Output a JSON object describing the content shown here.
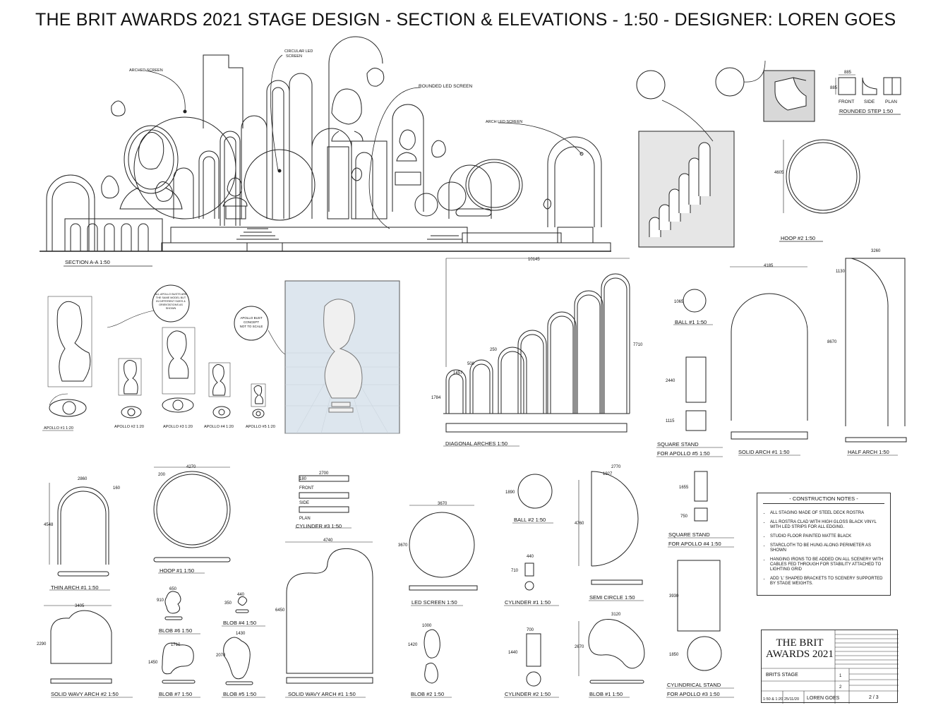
{
  "title": "THE BRIT AWARDS 2021 STAGE DESIGN - SECTION & ELEVATIONS - 1:50 - DESIGNER: LOREN GOES",
  "callouts": {
    "arched_screen": "ARCHED SCREEN",
    "circular_led": "CIRCULAR LED",
    "circular_led_2": "SCREEN",
    "rounded_led": "ROUNDED LED SCREEN",
    "arch_led": "ARCH LED SCREEN",
    "bust_note": [
      "ALL APOLLO BUSTS ARE",
      "THE SAME MODEL BUT",
      "IN DIFFERENT SIZES &",
      "ORIENTATIONS AS",
      "SHOWN"
    ],
    "bust_concept": [
      "APOLLO BUST",
      "CONCEPT",
      "NOT TO SCALE"
    ]
  },
  "labels": {
    "section": "SECTION A-A      1:50",
    "rounded_step": "ROUNDED STEP 1:50",
    "front": "FRONT",
    "side": "SIDE",
    "plan": "PLAN",
    "hoop2": "HOOP #2 1:50",
    "apollo1": "APOLLO #1 1:20",
    "apollo2": "APOLLO #2 1:20",
    "apollo3": "APOLLO #3 1:20",
    "apollo4": "APOLLO #4 1:20",
    "apollo5": "APOLLO #5 1:20",
    "diagonal": "DIAGONAL ARCHES 1:50",
    "ball1": "BALL #1 1:50",
    "square5a": "SQUARE STAND",
    "square5b": "FOR APOLLO #5 1:50",
    "solid_arch": "SOLID ARCH #1 1:50",
    "half_arch": "HALF ARCH 1:50",
    "thin_arch": "THIN ARCH #1 1:50",
    "hoop1": "HOOP  #1 1:50",
    "cyl3": "CYLINDER  #3 1:50",
    "led_screen": "LED SCREEN 1:50",
    "ball2": "BALL #2 1:50",
    "cyl1": "CYLINDER #1 1:50",
    "semi": "SEMI CIRCLE 1:50",
    "square4a": "SQUARE STAND",
    "square4b": "FOR APOLLO #4 1:50",
    "blob6": "BLOB  #6 1:50",
    "blob4": "BLOB  #4 1:50",
    "blob7": "BLOB  #7 1:50",
    "blob5": "BLOB  #5 1:50",
    "wavy2": "SOLID WAVY ARCH #2 1:50",
    "wavy1": "SOLID WAVY ARCH #1 1:50",
    "blob2": "BLOB #2 1:50",
    "cyl2": "CYLINDER #2 1:50",
    "blob1": "BLOB #1 1:50",
    "cylstand_a": "CYLINDRICAL STAND",
    "cylstand_b": "FOR APOLLO #3 1:50"
  },
  "dims": {
    "step_w": "885",
    "step_h": "885",
    "hoop2": "4605",
    "diag_w": "10145",
    "diag_h": "7710",
    "diag_a": "1457",
    "diag_b": "500",
    "diag_c": "250",
    "diag_d": "1784",
    "ball1": "1065",
    "sq5_h1": "2440",
    "sq5_h2": "1115",
    "solid_w": "4185",
    "half_w": "3260",
    "half_a": "1130",
    "half_h": "8670",
    "thin_w": "2860",
    "thin_t": "160",
    "thin_h": "4548",
    "hoop1_w": "4270",
    "hoop1_t": "200",
    "cyl3_w": "2700",
    "cyl3_h": "180",
    "led_w": "3670",
    "led_h": "3670",
    "ball2": "1890",
    "cyl1_w": "440",
    "cyl1_h": "710",
    "semi_w": "2770",
    "semi_a": "1927",
    "semi_h": "4760",
    "sq4_h1": "1655",
    "sq4_h2": "750",
    "wavy2_w": "3405",
    "wavy2_h": "2290",
    "blob6_w": "650",
    "blob6_h": "910",
    "blob4_w": "440",
    "blob4_h": "350",
    "blob7_w": "1710",
    "blob7_h": "1450",
    "blob5_w": "1430",
    "blob5_h": "2070",
    "wavy1_w": "4740",
    "wavy1_h": "6450",
    "blob2_w": "1000",
    "blob2_h": "1420",
    "cyl2_w": "700",
    "cyl2_h": "1440",
    "blob1_w": "3120",
    "blob1_h": "2670",
    "cylst_h": "3930",
    "cylst_d": "1850"
  },
  "notes": {
    "heading": "- CONSTRUCTION NOTES -",
    "items": [
      "ALL STAGING MADE OF STEEL DECK ROSTRA",
      "ALL ROSTRA CLAD WITH HIGH GLOSS BLACK VINYL WITH LED STRIPS FOR ALL EDGING.",
      "STUDIO FLOOR PAINTED MATTE BLACK",
      "STARCLOTH TO BE HUNG ALONG PERIMETER AS SHOWN",
      "HANGING IRONS TO BE ADDED ON ALL SCENERY WITH CABLES FED THROUGH FOR STABILITY ATTACHED TO LIGHTING GRID",
      "ADD 'L' SHAPED BRACKETS TO SCENERY SUPPORTED BY STAGE WEIGHTS."
    ]
  },
  "title_block": {
    "name_line1": "THE BRIT",
    "name_line2": "AWARDS 2021",
    "set": "BRITS STAGE",
    "set_no": "1",
    "stage": "2",
    "scale": "1:50 & 1:20",
    "date": "25/11/20",
    "drawn": "LOREN GOES",
    "drawing_no": "2 / 3"
  }
}
